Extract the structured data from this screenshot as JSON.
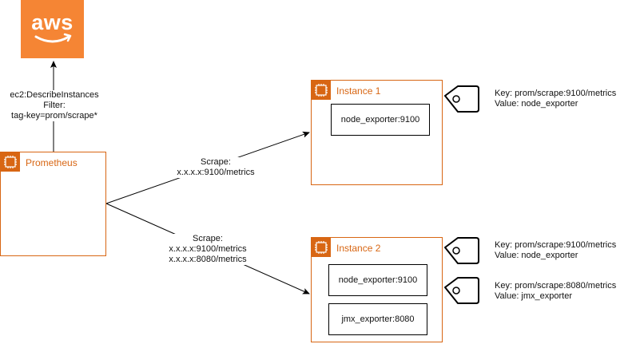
{
  "aws": {
    "logo_text": "aws"
  },
  "call": {
    "line1": "ec2:DescribeInstances",
    "line2": "Filter:",
    "line3": "tag-key=prom/scrape*"
  },
  "prometheus": {
    "title": "Prometheus"
  },
  "scrape1": {
    "line1": "Scrape:",
    "line2": "x.x.x.x:9100/metrics"
  },
  "scrape2": {
    "line1": "Scrape:",
    "line2": "x.x.x.x:9100/metrics",
    "line3": "x.x.x.x:8080/metrics"
  },
  "instance1": {
    "title": "Instance 1",
    "exporters": [
      "node_exporter:9100"
    ]
  },
  "instance2": {
    "title": "Instance 2",
    "exporters": [
      "node_exporter:9100",
      "jmx_exporter:8080"
    ]
  },
  "tags": [
    {
      "key": "Key: prom/scrape:9100/metrics",
      "value": "Value: node_exporter"
    },
    {
      "key": "Key: prom/scrape:9100/metrics",
      "value": "Value: node_exporter"
    },
    {
      "key": "Key: prom/scrape:8080/metrics",
      "value": "Value: jmx_exporter"
    }
  ],
  "colors": {
    "aws_orange": "#f58534",
    "group_orange": "#d86613",
    "line": "#000000"
  }
}
